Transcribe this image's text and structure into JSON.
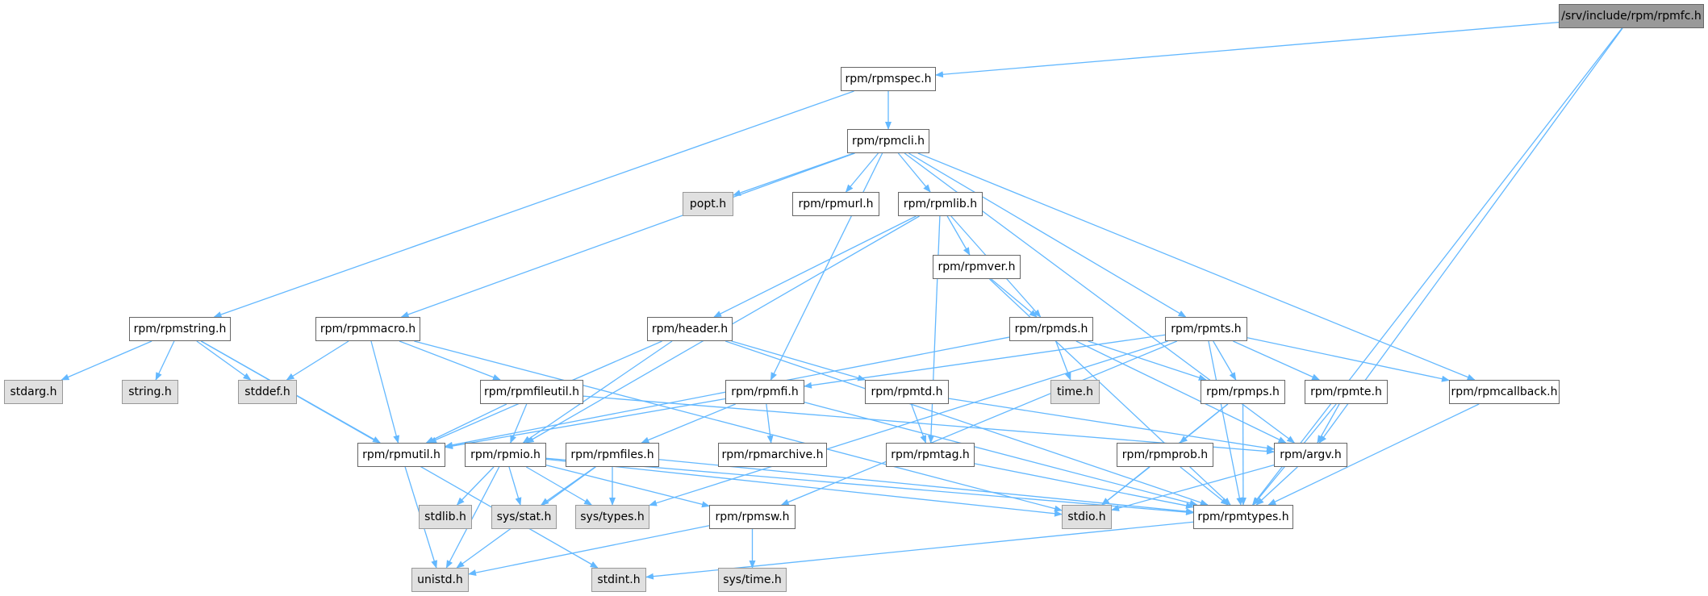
{
  "colors": {
    "edge": "#63b8ff",
    "main_fill": "#999999",
    "system_fill": "#e0e0e0",
    "header_fill": "#ffffff"
  },
  "nodes": [
    {
      "id": "rpmfc",
      "label": "/srv/include/rpm/rpmfc.h",
      "kind": "main"
    },
    {
      "id": "rpmspec",
      "label": "rpm/rpmspec.h",
      "kind": "header"
    },
    {
      "id": "rpmcli",
      "label": "rpm/rpmcli.h",
      "kind": "header"
    },
    {
      "id": "popt",
      "label": "popt.h",
      "kind": "sys"
    },
    {
      "id": "rpmurl",
      "label": "rpm/rpmurl.h",
      "kind": "header"
    },
    {
      "id": "rpmlib",
      "label": "rpm/rpmlib.h",
      "kind": "header"
    },
    {
      "id": "rpmver",
      "label": "rpm/rpmver.h",
      "kind": "header"
    },
    {
      "id": "rpmstring",
      "label": "rpm/rpmstring.h",
      "kind": "header"
    },
    {
      "id": "rpmmacro",
      "label": "rpm/rpmmacro.h",
      "kind": "header"
    },
    {
      "id": "header",
      "label": "rpm/header.h",
      "kind": "header"
    },
    {
      "id": "rpmds",
      "label": "rpm/rpmds.h",
      "kind": "header"
    },
    {
      "id": "rpmts",
      "label": "rpm/rpmts.h",
      "kind": "header"
    },
    {
      "id": "stdarg",
      "label": "stdarg.h",
      "kind": "sys"
    },
    {
      "id": "string",
      "label": "string.h",
      "kind": "sys"
    },
    {
      "id": "stddef",
      "label": "stddef.h",
      "kind": "sys"
    },
    {
      "id": "rpmfileutil",
      "label": "rpm/rpmfileutil.h",
      "kind": "header"
    },
    {
      "id": "rpmfi",
      "label": "rpm/rpmfi.h",
      "kind": "header"
    },
    {
      "id": "rpmtd",
      "label": "rpm/rpmtd.h",
      "kind": "header"
    },
    {
      "id": "time",
      "label": "time.h",
      "kind": "sys"
    },
    {
      "id": "rpmps",
      "label": "rpm/rpmps.h",
      "kind": "header"
    },
    {
      "id": "rpmte",
      "label": "rpm/rpmte.h",
      "kind": "header"
    },
    {
      "id": "rpmcallback",
      "label": "rpm/rpmcallback.h",
      "kind": "header"
    },
    {
      "id": "rpmutil",
      "label": "rpm/rpmutil.h",
      "kind": "header"
    },
    {
      "id": "rpmio",
      "label": "rpm/rpmio.h",
      "kind": "header"
    },
    {
      "id": "rpmfiles",
      "label": "rpm/rpmfiles.h",
      "kind": "header"
    },
    {
      "id": "rpmarchive",
      "label": "rpm/rpmarchive.h",
      "kind": "header"
    },
    {
      "id": "rpmtag",
      "label": "rpm/rpmtag.h",
      "kind": "header"
    },
    {
      "id": "rpmprob",
      "label": "rpm/rpmprob.h",
      "kind": "header"
    },
    {
      "id": "argv",
      "label": "rpm/argv.h",
      "kind": "header"
    },
    {
      "id": "stdlib",
      "label": "stdlib.h",
      "kind": "sys"
    },
    {
      "id": "sysstat",
      "label": "sys/stat.h",
      "kind": "sys"
    },
    {
      "id": "systypes",
      "label": "sys/types.h",
      "kind": "sys"
    },
    {
      "id": "rpmsw",
      "label": "rpm/rpmsw.h",
      "kind": "header"
    },
    {
      "id": "stdio",
      "label": "stdio.h",
      "kind": "sys"
    },
    {
      "id": "rpmtypes",
      "label": "rpm/rpmtypes.h",
      "kind": "header"
    },
    {
      "id": "unistd",
      "label": "unistd.h",
      "kind": "sys"
    },
    {
      "id": "stdint",
      "label": "stdint.h",
      "kind": "sys"
    },
    {
      "id": "systime",
      "label": "sys/time.h",
      "kind": "sys"
    }
  ],
  "edges": [
    [
      "rpmfc",
      "rpmspec"
    ],
    [
      "rpmfc",
      "argv"
    ],
    [
      "rpmfc",
      "rpmtypes"
    ],
    [
      "rpmspec",
      "rpmcli"
    ],
    [
      "rpmspec",
      "rpmstring"
    ],
    [
      "rpmcli",
      "popt"
    ],
    [
      "rpmcli",
      "rpmurl"
    ],
    [
      "rpmcli",
      "rpmlib"
    ],
    [
      "rpmcli",
      "rpmmacro"
    ],
    [
      "rpmcli",
      "rpmfi"
    ],
    [
      "rpmcli",
      "rpmts"
    ],
    [
      "rpmcli",
      "rpmcallback"
    ],
    [
      "rpmcli",
      "argv"
    ],
    [
      "rpmlib",
      "header"
    ],
    [
      "rpmlib",
      "rpmio"
    ],
    [
      "rpmlib",
      "rpmtag"
    ],
    [
      "rpmlib",
      "rpmver"
    ],
    [
      "rpmlib",
      "rpmds"
    ],
    [
      "rpmver",
      "rpmds"
    ],
    [
      "rpmver",
      "rpmtypes"
    ],
    [
      "rpmds",
      "rpmutil"
    ],
    [
      "rpmds",
      "time"
    ],
    [
      "rpmds",
      "rpmps"
    ],
    [
      "rpmds",
      "argv"
    ],
    [
      "header",
      "rpmutil"
    ],
    [
      "header",
      "rpmio"
    ],
    [
      "header",
      "rpmtypes"
    ],
    [
      "header",
      "rpmtd"
    ],
    [
      "rpmmacro",
      "stddef"
    ],
    [
      "rpmmacro",
      "rpmutil"
    ],
    [
      "rpmmacro",
      "rpmfileutil"
    ],
    [
      "rpmmacro",
      "stdio"
    ],
    [
      "rpmstring",
      "stdarg"
    ],
    [
      "rpmstring",
      "string"
    ],
    [
      "rpmstring",
      "stddef"
    ],
    [
      "rpmstring",
      "rpmutil"
    ],
    [
      "rpmstring",
      "stdint"
    ],
    [
      "rpmfileutil",
      "rpmutil"
    ],
    [
      "rpmfileutil",
      "rpmio"
    ],
    [
      "rpmfileutil",
      "argv"
    ],
    [
      "rpmfi",
      "rpmutil"
    ],
    [
      "rpmfi",
      "rpmfiles"
    ],
    [
      "rpmfi",
      "rpmarchive"
    ],
    [
      "rpmfi",
      "rpmtypes"
    ],
    [
      "rpmts",
      "rpmfi"
    ],
    [
      "rpmts",
      "systypes"
    ],
    [
      "rpmts",
      "rpmsw"
    ],
    [
      "rpmts",
      "rpmps"
    ],
    [
      "rpmts",
      "rpmte"
    ],
    [
      "rpmts",
      "rpmcallback"
    ],
    [
      "rpmts",
      "rpmtypes"
    ],
    [
      "rpmtd",
      "rpmtag"
    ],
    [
      "rpmtd",
      "argv"
    ],
    [
      "rpmio",
      "stdlib"
    ],
    [
      "rpmio",
      "sysstat"
    ],
    [
      "rpmio",
      "systypes"
    ],
    [
      "rpmio",
      "unistd"
    ],
    [
      "rpmio",
      "rpmsw"
    ],
    [
      "rpmio",
      "rpmtypes"
    ],
    [
      "rpmio",
      "stdio"
    ],
    [
      "rpmfiles",
      "sysstat"
    ],
    [
      "rpmfiles",
      "systypes"
    ],
    [
      "rpmfiles",
      "unistd"
    ],
    [
      "rpmfiles",
      "rpmtypes"
    ],
    [
      "rpmutil",
      "unistd"
    ],
    [
      "rpmsw",
      "unistd"
    ],
    [
      "rpmsw",
      "systime"
    ],
    [
      "rpmps",
      "rpmprob"
    ],
    [
      "rpmps",
      "stdio"
    ],
    [
      "rpmps",
      "rpmtypes"
    ],
    [
      "rpmprob",
      "stdio"
    ],
    [
      "rpmprob",
      "rpmtypes"
    ],
    [
      "rpmte",
      "argv"
    ],
    [
      "rpmte",
      "rpmtypes"
    ],
    [
      "rpmcallback",
      "rpmtypes"
    ],
    [
      "argv",
      "stdio"
    ],
    [
      "argv",
      "rpmtypes"
    ],
    [
      "rpmtag",
      "rpmtypes"
    ],
    [
      "rpmtypes",
      "stdint"
    ]
  ]
}
